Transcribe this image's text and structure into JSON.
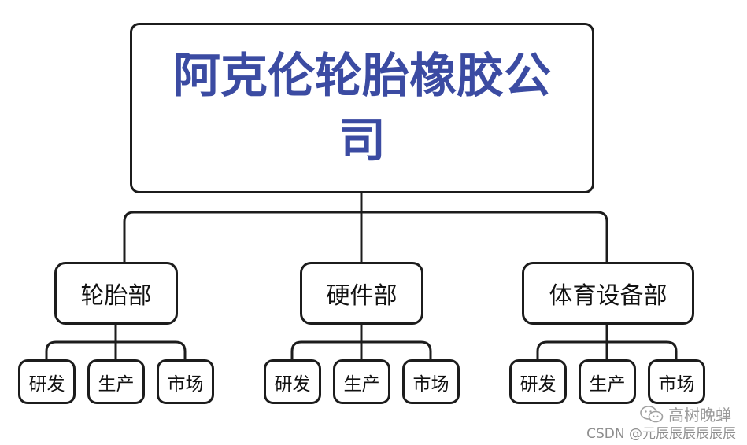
{
  "root": {
    "title": "阿克伦轮胎橡胶公司"
  },
  "departments": [
    {
      "name": "轮胎部",
      "subs": [
        "研发",
        "生产",
        "市场"
      ]
    },
    {
      "name": "硬件部",
      "subs": [
        "研发",
        "生产",
        "市场"
      ]
    },
    {
      "name": "体育设备部",
      "subs": [
        "研发",
        "生产",
        "市场"
      ]
    }
  ],
  "watermark": {
    "wechat": "高树晚蝉",
    "csdn": "CSDN @元辰辰辰辰辰辰",
    "wechat_icon": "wechat-icon"
  }
}
